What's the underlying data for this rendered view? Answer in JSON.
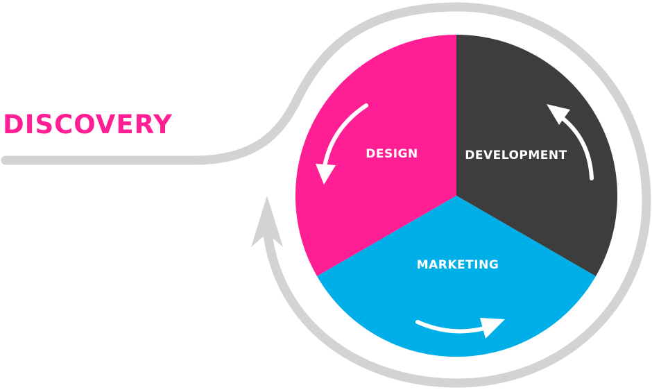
{
  "diagram": {
    "discovery_label": "DISCOVERY",
    "segments": {
      "design": "DESIGN",
      "development": "DEVELOPMENT",
      "marketing": "MARKETING"
    }
  },
  "colors": {
    "design": "#ff1e93",
    "development": "#3d3d3d",
    "marketing": "#00aee8",
    "path": "#d3d3d3",
    "arrows": "#ffffff",
    "discovery_text": "#ff1e93"
  }
}
